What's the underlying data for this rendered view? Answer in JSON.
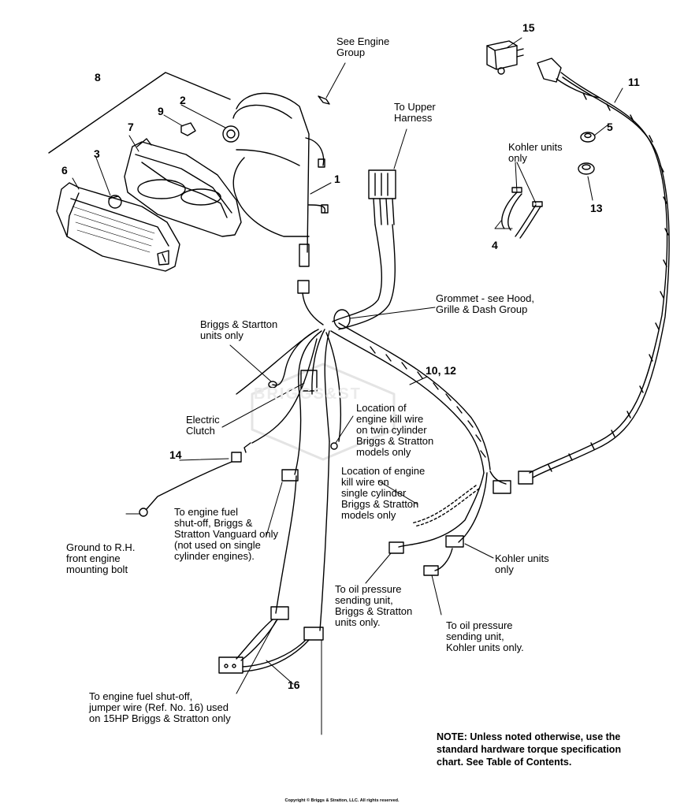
{
  "watermark": "BRIGGS&ST",
  "callouts": [
    "8",
    "2",
    "9",
    "7",
    "3",
    "6",
    "1",
    "15",
    "11",
    "5",
    "13",
    "4",
    "14",
    "16",
    "10, 12"
  ],
  "labels": {
    "see_engine_group": "See Engine\nGroup",
    "to_upper_harness": "To Upper\nHarness",
    "kohler_units_only_top": "Kohler units\nonly",
    "grommet": "Grommet - see Hood,\nGrille & Dash Group",
    "briggs_units_only": "Briggs & Startton\nunits only",
    "electric_clutch": "Electric\nClutch",
    "kill_wire_twin": "Location of\nengine kill wire\non twin cylinder\nBriggs & Stratton\nmodels only",
    "kill_wire_single": "Location of engine\nkill wire on\nsingle cylinder\nBriggs & Stratton\nmodels only",
    "fuel_shutoff_vanguard": "To engine fuel\nshut-off, Briggs &\nStratton Vanguard only\n(not used on single\ncylinder engines).",
    "ground": "Ground to R.H.\nfront engine\nmounting bolt",
    "oil_pressure_briggs": "To oil pressure\nsending unit,\nBriggs & Stratton\nunits only.",
    "kohler_units_only_bottom": "Kohler units\nonly",
    "oil_pressure_kohler": "To oil pressure\nsending unit,\nKohler units only.",
    "fuel_shutoff_jumper": "To engine fuel shut-off,\njumper wire (Ref. No. 16) used\non 15HP Briggs & Stratton only"
  },
  "note": "NOTE: Unless noted otherwise, use the standard hardware torque specification chart. See Table of Contents.",
  "copyright": "Copyright © Briggs & Stratton, LLC. All rights reserved."
}
